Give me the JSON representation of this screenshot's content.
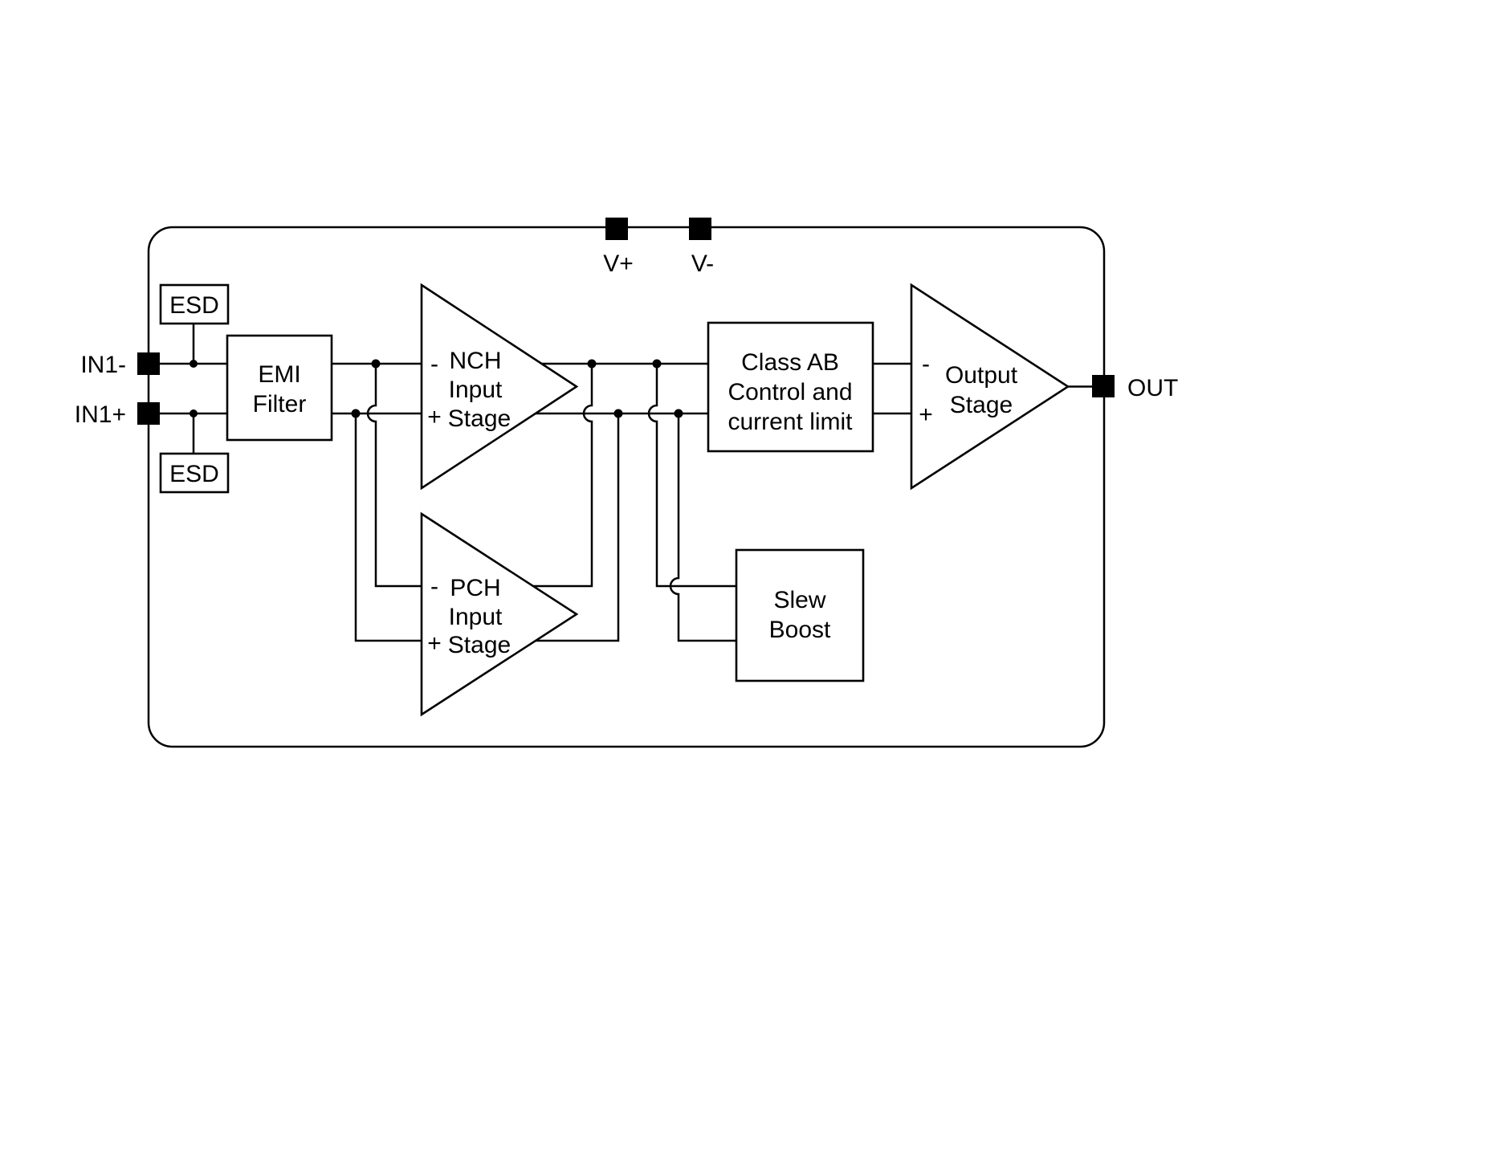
{
  "colors": {
    "wire": "#000000",
    "pin": "#000000",
    "text": "#000000",
    "bg": "#ffffff"
  },
  "pins": {
    "v_plus": "V+",
    "v_minus": "V-",
    "in1_minus": "IN1-",
    "in1_plus": "IN1+",
    "out": "OUT"
  },
  "blocks": {
    "esd_top": {
      "label": "ESD"
    },
    "esd_bottom": {
      "label": "ESD"
    },
    "emi": {
      "line1": "EMI",
      "line2": "Filter"
    },
    "nch": {
      "minus": "-",
      "plus": "+",
      "line1": "NCH",
      "line2": "Input",
      "line3": "Stage"
    },
    "pch": {
      "minus": "-",
      "plus": "+",
      "line1": "PCH",
      "line2": "Input",
      "line3": "Stage"
    },
    "class_ab": {
      "line1": "Class AB",
      "line2": "Control and",
      "line3": "current limit"
    },
    "output_stage": {
      "minus": "-",
      "plus": "+",
      "line1": "Output",
      "line2": "Stage"
    },
    "slew_boost": {
      "line1": "Slew",
      "line2": "Boost"
    }
  }
}
